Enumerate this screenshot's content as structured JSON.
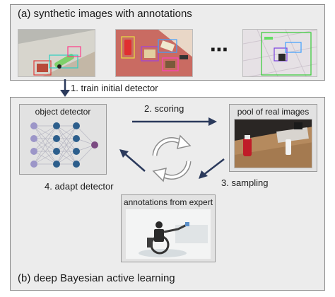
{
  "panel_a": {
    "title": "(a) synthetic images with annotations",
    "ellipsis": "⋯"
  },
  "panel_b": {
    "title": "(b) deep Bayesian active learning"
  },
  "steps": {
    "train": "1. train initial detector",
    "scoring": "2. scoring",
    "sampling": "3. sampling",
    "adapt": "4. adapt detector"
  },
  "boxes": {
    "detector": "object detector",
    "pool": "pool of real images",
    "expert": "annotations from expert"
  },
  "colors": {
    "arrow": "#2b3a5c",
    "node_left": "#9c96c8",
    "node_mid": "#2c5e8c",
    "node_out": "#7b4a82"
  }
}
